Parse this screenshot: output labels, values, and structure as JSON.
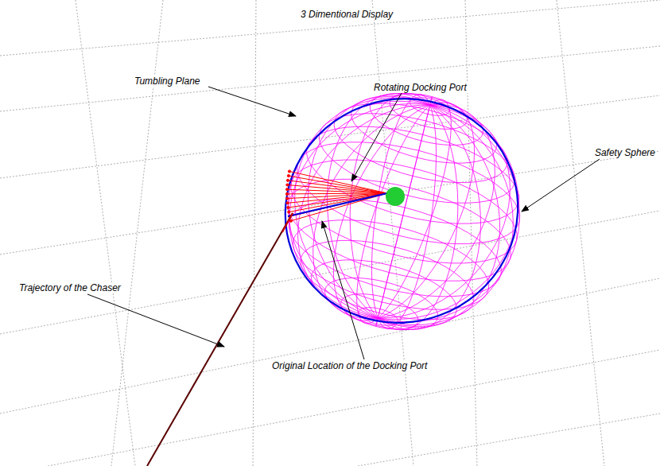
{
  "diagram": {
    "title": "3 Dimentional Display",
    "labels": [
      "Tumbling Plane",
      "Rotating Docking Port",
      "Safety Sphere",
      "Trajectory of the Chaser",
      "Original Location of the Docking Port"
    ]
  }
}
